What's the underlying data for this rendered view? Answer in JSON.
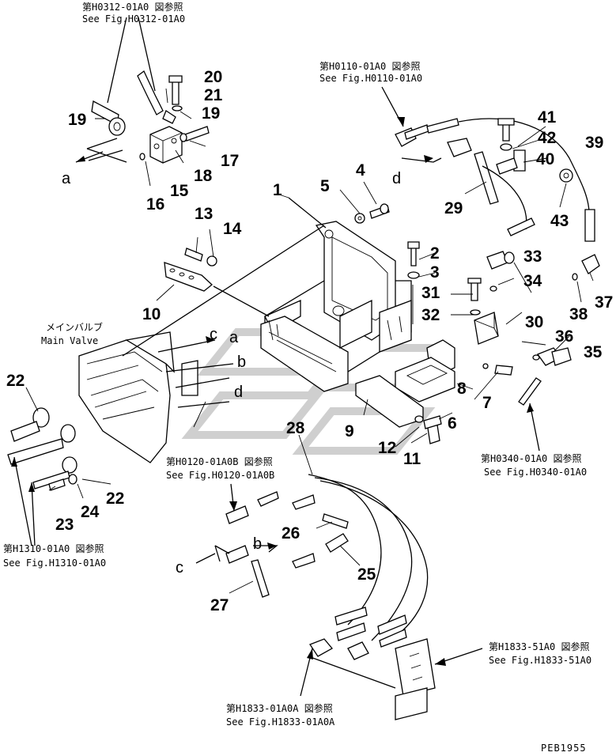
{
  "references": {
    "h0312": {
      "jp": "第H0312-01A0 図参照",
      "en": "See Fig.H0312-01A0"
    },
    "h0110": {
      "jp": "第H0110-01A0 図参照",
      "en": "See Fig.H0110-01A0"
    },
    "h0120": {
      "jp": "第H0120-01A0B 図参照",
      "en": "See Fig.H0120-01A0B"
    },
    "h1310": {
      "jp": "第H1310-01A0 図参照",
      "en": "See Fig.H1310-01A0"
    },
    "h0340": {
      "jp": "第H0340-01A0 図参照",
      "en": "See Fig.H0340-01A0"
    },
    "h1833_51": {
      "jp": "第H1833-51A0 図参照",
      "en": "See Fig.H1833-51A0"
    },
    "h1833_01": {
      "jp": "第H1833-01A0A 図参照",
      "en": "See Fig.H1833-01A0A"
    }
  },
  "main_valve": {
    "jp": "メインバルブ",
    "en": "Main Valve"
  },
  "letters": [
    "a",
    "b",
    "c",
    "d"
  ],
  "part_numbers": [
    "1",
    "2",
    "3",
    "4",
    "5",
    "6",
    "7",
    "8",
    "9",
    "10",
    "11",
    "12",
    "13",
    "14",
    "15",
    "16",
    "17",
    "18",
    "19",
    "20",
    "21",
    "22",
    "23",
    "24",
    "25",
    "26",
    "27",
    "28",
    "29",
    "30",
    "31",
    "32",
    "33",
    "34",
    "35",
    "36",
    "37",
    "38",
    "39",
    "40",
    "41",
    "42",
    "43"
  ],
  "drawing_code": "PEB1955"
}
